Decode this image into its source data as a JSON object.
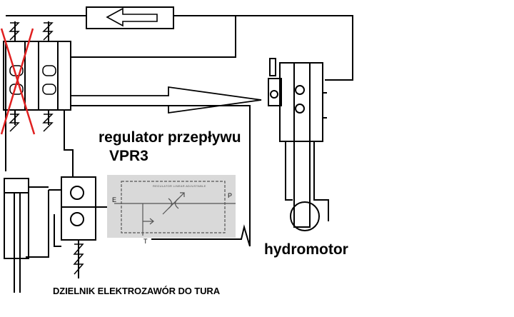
{
  "labels": {
    "regulator_title": "regulator przepływu",
    "regulator_model": "VPR3",
    "hydromotor": "hydromotor",
    "divider_valve": "DZIELNIK ELEKTROZAWÓR DO TURA"
  },
  "regulator_symbol": {
    "port_e": "E",
    "port_p": "P",
    "port_t": "T",
    "inner_caption": "REGULATOR LINEAR ADJUSTABLE"
  },
  "colors": {
    "line": "#000000",
    "cross_out": "#e02020",
    "regulator_panel": "#d9d9d9",
    "regulator_inner": "#555555"
  },
  "icons": {
    "flow_direction": "left-arrow-icon",
    "supply_line": "right-arrow-icon",
    "solenoid": "solenoid-coil-icon",
    "throttle": "adjustable-throttle-icon"
  }
}
